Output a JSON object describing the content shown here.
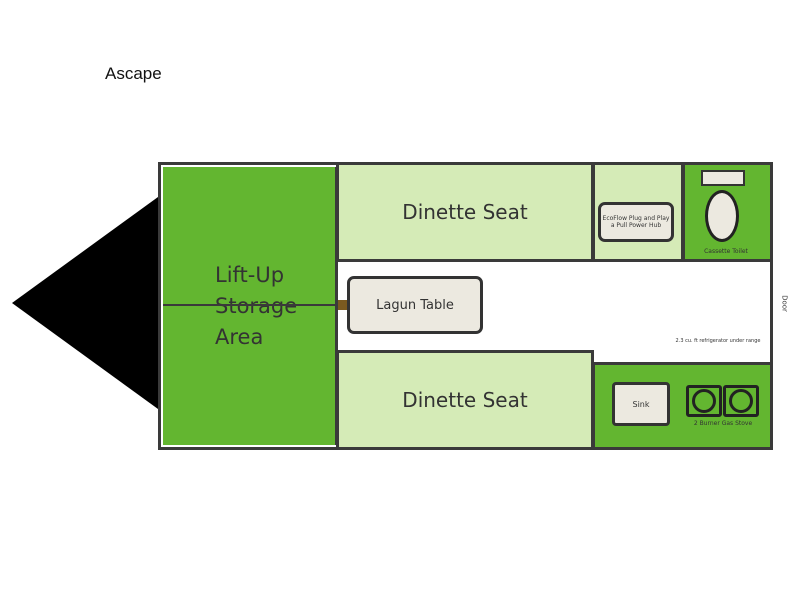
{
  "title": "Ascape",
  "floorplan": {
    "storage": "Lift-Up Storage Area",
    "dinette_top": "Dinette Seat",
    "dinette_bottom": "Dinette Seat",
    "table": "Lagun Table",
    "power_hub": "EcoFlow Plug and Play a Pull Power Hub",
    "toilet": "Cassette Toilet",
    "fridge": "2.3 cu. ft refrigerator under range",
    "sink": "Sink",
    "stove": "2 Burner Gas Stove",
    "door": "Door"
  },
  "colors": {
    "dark_green": "#63b630",
    "light_green": "#d5ebb7",
    "outline": "#3a3a3a"
  }
}
